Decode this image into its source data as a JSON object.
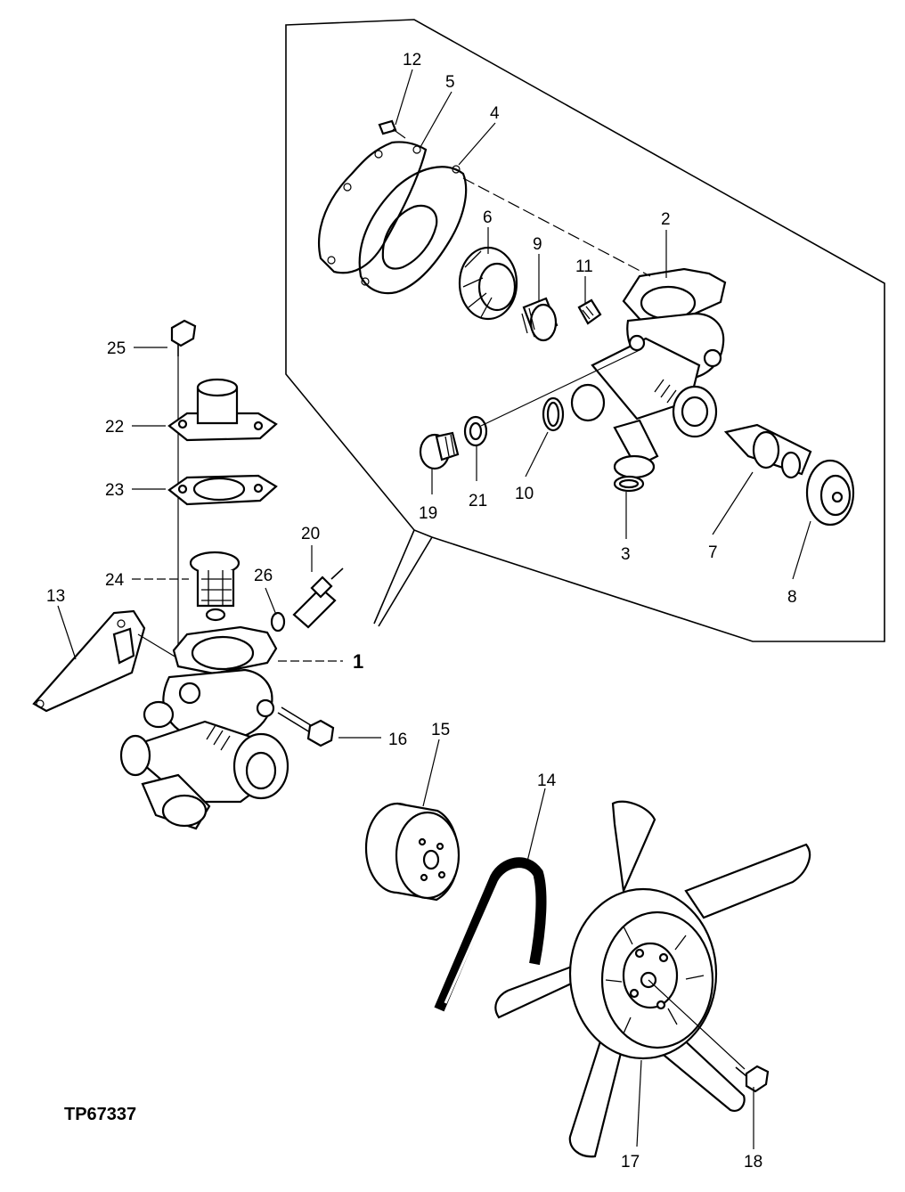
{
  "diagram": {
    "reference_code": "TP67337",
    "callouts": [
      {
        "id": "c1",
        "text": "1"
      },
      {
        "id": "c2",
        "text": "2"
      },
      {
        "id": "c3",
        "text": "3"
      },
      {
        "id": "c4",
        "text": "4"
      },
      {
        "id": "c5",
        "text": "5"
      },
      {
        "id": "c6",
        "text": "6"
      },
      {
        "id": "c7",
        "text": "7"
      },
      {
        "id": "c8",
        "text": "8"
      },
      {
        "id": "c9",
        "text": "9"
      },
      {
        "id": "c10",
        "text": "10"
      },
      {
        "id": "c11",
        "text": "11"
      },
      {
        "id": "c12",
        "text": "12"
      },
      {
        "id": "c13",
        "text": "13"
      },
      {
        "id": "c14",
        "text": "14"
      },
      {
        "id": "c15",
        "text": "15"
      },
      {
        "id": "c16",
        "text": "16"
      },
      {
        "id": "c17",
        "text": "17"
      },
      {
        "id": "c18",
        "text": "18"
      },
      {
        "id": "c19",
        "text": "19"
      },
      {
        "id": "c20",
        "text": "20"
      },
      {
        "id": "c21",
        "text": "21"
      },
      {
        "id": "c22",
        "text": "22"
      },
      {
        "id": "c23",
        "text": "23"
      },
      {
        "id": "c24",
        "text": "24"
      },
      {
        "id": "c25",
        "text": "25"
      },
      {
        "id": "c26",
        "text": "26"
      }
    ]
  }
}
